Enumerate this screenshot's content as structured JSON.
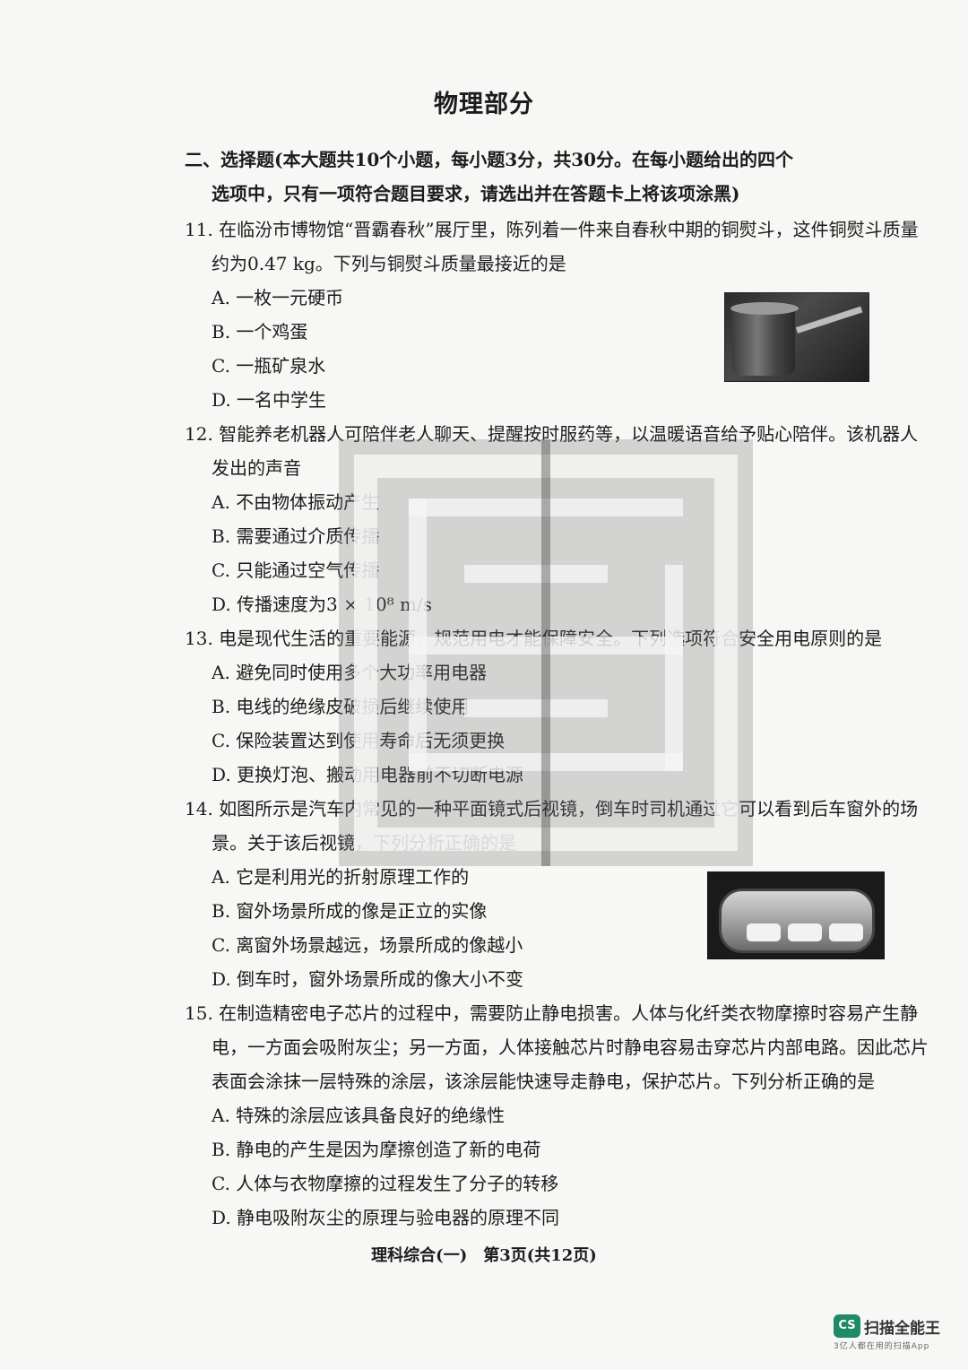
{
  "page": {
    "title": "物理部分",
    "section": {
      "line1": "二、选择题(本大题共10个小题，每小题3分，共30分。在每小题给出的四个",
      "line2": "选项中，只有一项符合题目要求，请选出并在答题卡上将该项涂黑)"
    },
    "questions": [
      {
        "stem": [
          "11. 在临汾市博物馆“晋霸春秋”展厅里，陈列着一件来自春秋中期的铜熨斗，这件铜熨斗质量",
          "约为0.47 kg。下列与铜熨斗质量最接近的是"
        ],
        "options": [
          "A. 一枚一元硬币",
          "B. 一个鸡蛋",
          "C. 一瓶矿泉水",
          "D. 一名中学生"
        ]
      },
      {
        "stem": [
          "12. 智能养老机器人可陪伴老人聊天、提醒按时服药等，以温暖语音给予贴心陪伴。该机器人",
          "发出的声音"
        ],
        "options": [
          "A. 不由物体振动产生",
          "B. 需要通过介质传播",
          "C. 只能通过空气传播",
          "D. 传播速度为3 × 10⁸ m/s"
        ]
      },
      {
        "stem": [
          "13. 电是现代生活的重要能源，规范用电才能保障安全。下列选项符合安全用电原则的是"
        ],
        "options": [
          "A. 避免同时使用多个大功率用电器",
          "B. 电线的绝缘皮破损后继续使用",
          "C. 保险装置达到使用寿命后无须更换",
          "D. 更换灯泡、搬动用电器前不切断电源"
        ]
      },
      {
        "stem": [
          "14. 如图所示是汽车内常见的一种平面镜式后视镜，倒车时司机通过它可以看到后车窗外的场",
          "景。关于该后视镜，下列分析正确的是"
        ],
        "options": [
          "A. 它是利用光的折射原理工作的",
          "B. 窗外场景所成的像是正立的实像",
          "C. 离窗外场景越远，场景所成的像越小",
          "D. 倒车时，窗外场景所成的像大小不变"
        ]
      },
      {
        "stem": [
          "15. 在制造精密电子芯片的过程中，需要防止静电损害。人体与化纤类衣物摩擦时容易产生静",
          "电，一方面会吸附灰尘；另一方面，人体接触芯片时静电容易击穿芯片内部电路。因此芯片",
          "表面会涂抹一层特殊的涂层，该涂层能快速导走静电，保护芯片。下列分析正确的是"
        ],
        "options": [
          "A. 特殊的涂层应该具备良好的绝缘性",
          "B. 静电的产生是因为摩擦创造了新的电荷",
          "C. 人体与衣物摩擦的过程发生了分子的转移",
          "D. 静电吸附灰尘的原理与验电器的原理不同"
        ]
      }
    ],
    "footer": "理科综合(一)　第3页(共12页)"
  },
  "badge": {
    "logo": "CS",
    "name": "扫描全能王",
    "tagline": "3亿人都在用的扫描App"
  }
}
